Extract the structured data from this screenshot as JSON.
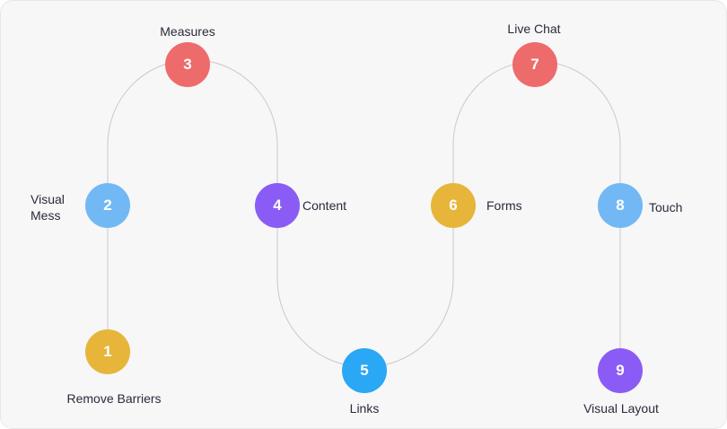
{
  "colors": {
    "yellow": "#e6b53a",
    "blue_light": "#72b8f5",
    "red": "#ee6b6c",
    "purple": "#8a5cf5",
    "blue": "#2aa7f5",
    "line": "#c9c9c9"
  },
  "steps": [
    {
      "number": "1",
      "label": "Remove Barriers",
      "color": "#e6b53a"
    },
    {
      "number": "2",
      "label_lines": [
        "Visual",
        "Mess"
      ],
      "color": "#72b8f5"
    },
    {
      "number": "3",
      "label": "Measures",
      "color": "#ee6b6c"
    },
    {
      "number": "4",
      "label": "Content",
      "color": "#8a5cf5"
    },
    {
      "number": "5",
      "label": "Links",
      "color": "#2aa7f5"
    },
    {
      "number": "6",
      "label": "Forms",
      "color": "#e6b53a"
    },
    {
      "number": "7",
      "label": "Live Chat",
      "color": "#ee6b6c"
    },
    {
      "number": "8",
      "label": "Touch",
      "color": "#72b8f5"
    },
    {
      "number": "9",
      "label": "Visual Layout",
      "color": "#8a5cf5"
    }
  ]
}
